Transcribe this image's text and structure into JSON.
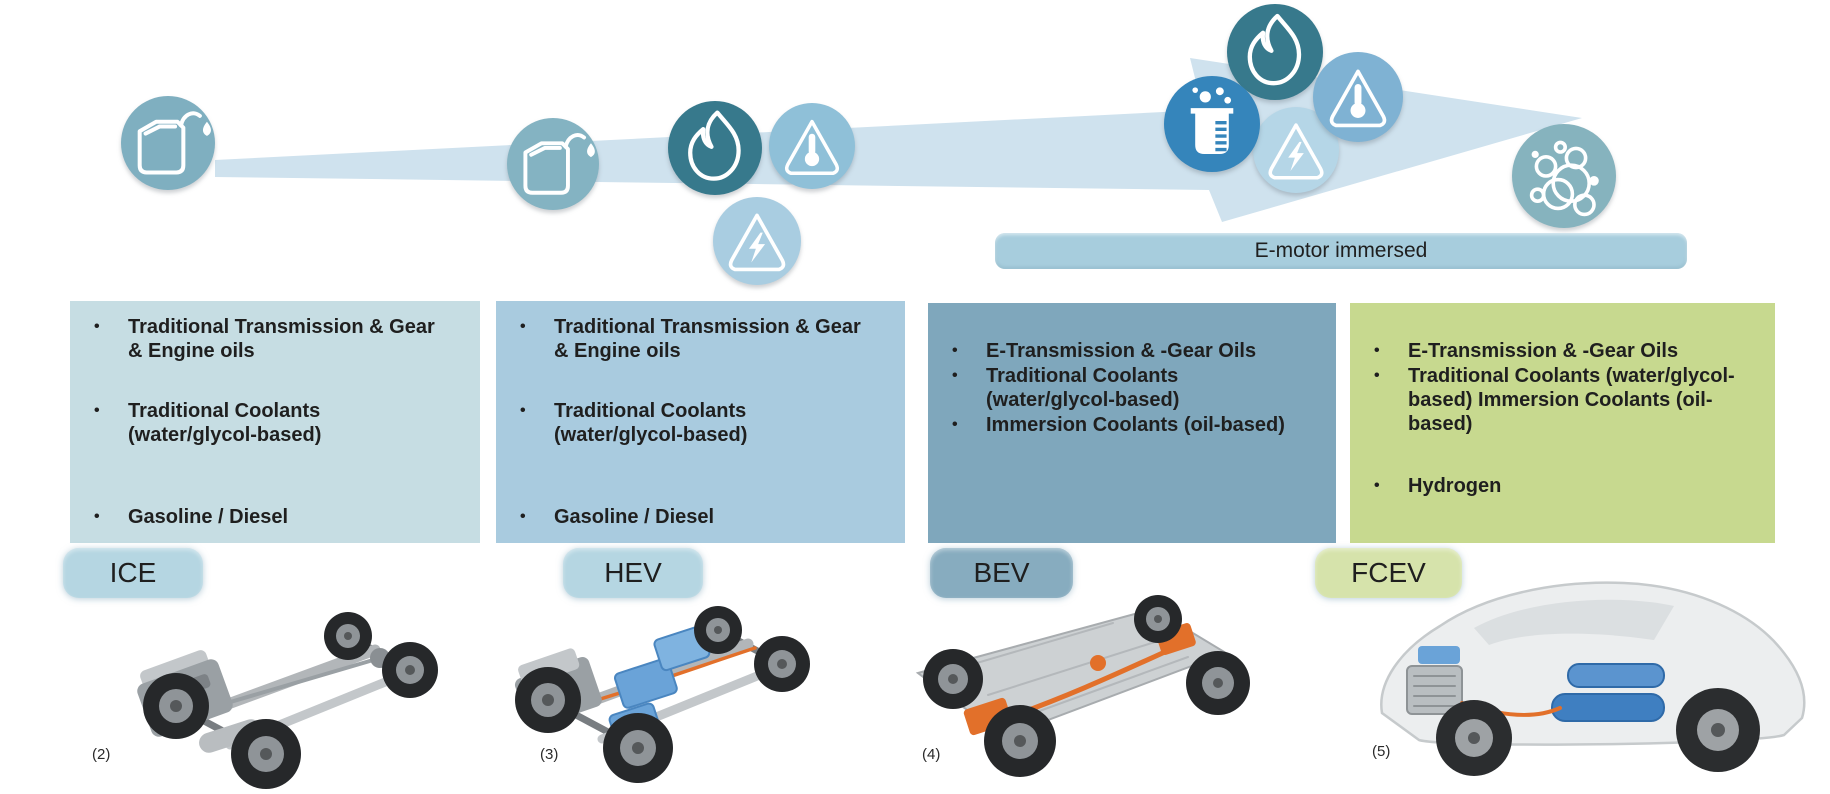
{
  "banner": {
    "label": "E-motor immersed"
  },
  "palette": {
    "arrow": "#cfe2ee",
    "fuel_can_circle_ice": "#7fafc0",
    "fuel_can_circle_hev": "#84b3c2",
    "flame_circle": "#37798c",
    "thermal_triangle_circle_hev": "#8fc0d8",
    "electric_triangle_circle_hev": "#a9cde1",
    "beaker_circle": "#3585bb",
    "electric_triangle_circle_bev": "#b5d6e7",
    "thermal_triangle_circle_bev": "#7fb2d3",
    "bubbles_circle": "#86b3be",
    "banner_bg": "#a7cddd",
    "text": "#1f1f1f"
  },
  "icons": {
    "ice": [
      "fuel-can-icon"
    ],
    "hev": [
      "fuel-can-icon",
      "flame-icon",
      "electric-hazard-icon",
      "high-temp-hazard-icon"
    ],
    "bev": [
      "beaker-icon",
      "flame-icon",
      "electric-hazard-icon",
      "high-temp-hazard-icon"
    ],
    "fcev": [
      "bubbles-icon"
    ]
  },
  "columns": [
    {
      "id": "ice",
      "label": "ICE",
      "figure_number": "(2)",
      "box_color": "#c6dde3",
      "pill_color": "#b5d6e2",
      "bullets": [
        "Traditional Transmission & Gear & Engine oils",
        "Traditional Coolants (water/glycol-based)",
        "Gasoline / Diesel"
      ]
    },
    {
      "id": "hev",
      "label": "HEV",
      "figure_number": "(3)",
      "box_color": "#a9cbdf",
      "pill_color": "#b5d6e2",
      "bullets": [
        "Traditional Transmission & Gear & Engine oils",
        "Traditional Coolants (water/glycol-based)",
        "Gasoline / Diesel"
      ]
    },
    {
      "id": "bev",
      "label": "BEV",
      "figure_number": "(4)",
      "box_color": "#7fa7bc",
      "pill_color": "#87acbf",
      "bullets": [
        "E-Transmission & -Gear Oils",
        "Traditional Coolants (water/glycol-based)",
        "Immersion Coolants (oil-based)"
      ]
    },
    {
      "id": "fcev",
      "label": "FCEV",
      "figure_number": "(5)",
      "box_color": "#c7d98f",
      "pill_color": "#d6e3ab",
      "bullets": [
        "E-Transmission & -Gear Oils",
        "Traditional Coolants (water/glycol-based) Immersion Coolants (oil-based)",
        "Hydrogen"
      ]
    }
  ]
}
